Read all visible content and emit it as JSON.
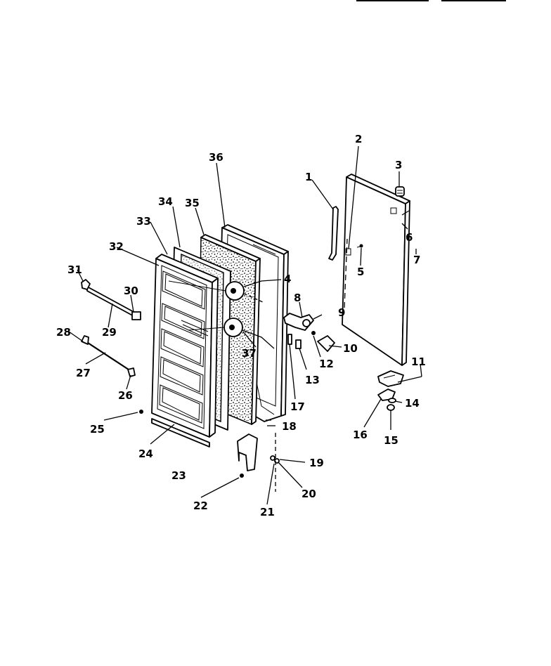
{
  "part_labels": [
    "1",
    "2",
    "3",
    "4",
    "5",
    "6",
    "7",
    "8",
    "9",
    "10",
    "11",
    "12",
    "13",
    "14",
    "15",
    "16",
    "17",
    "18",
    "19",
    "20",
    "21",
    "22",
    "23",
    "24",
    "25",
    "26",
    "27",
    "28",
    "29",
    "30",
    "31",
    "32",
    "33",
    "34",
    "35",
    "36",
    "37"
  ]
}
